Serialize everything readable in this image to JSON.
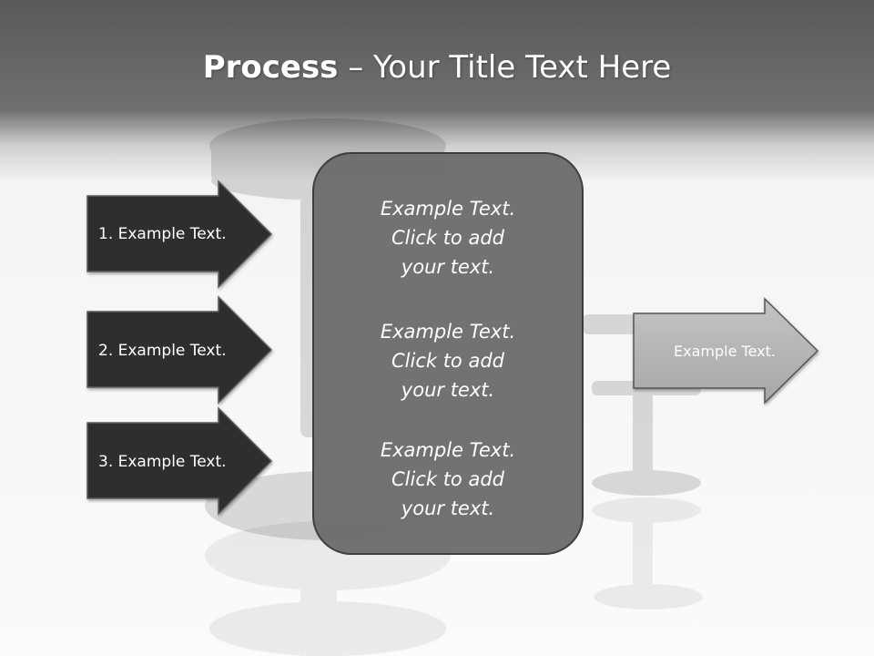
{
  "title": {
    "bold": "Process",
    "rest": " – Your Title Text Here"
  },
  "input_arrows": [
    "1. Example Text.",
    "2. Example Text.",
    "3. Example Text."
  ],
  "center_box": {
    "blocks": [
      [
        "Example Text.",
        "Click  to add",
        "your text."
      ],
      [
        "Example Text.",
        "Click  to add",
        "your text."
      ],
      [
        "Example Text.",
        "Click  to add",
        "your text."
      ]
    ]
  },
  "output_arrow": "Example Text.",
  "colors": {
    "input_arrow": "#2e2e2e",
    "center_box": "#6e6e6e",
    "output_arrow": "#b4b4b4",
    "title_bar": "#5a5a5a"
  }
}
